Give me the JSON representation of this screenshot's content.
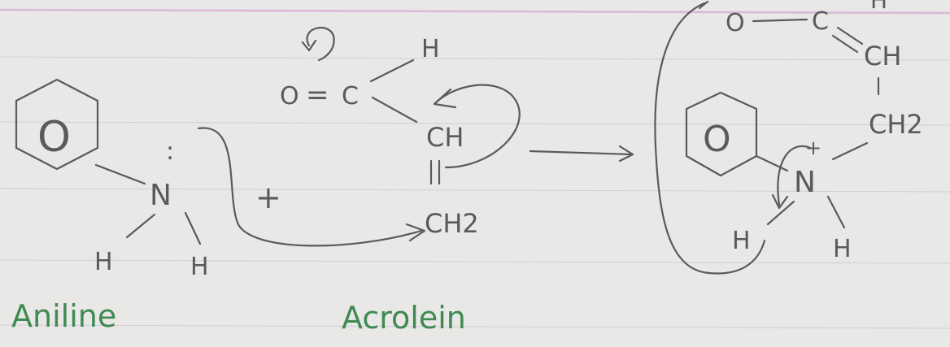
{
  "aniline": {
    "nitrogen": "N",
    "h_left": "H",
    "h_right": "H",
    "lone_pair": ":",
    "ring_center": "O",
    "name": "Aniline",
    "name_color": "#3f8a52"
  },
  "plus_sign": "+",
  "acrolein": {
    "oxygen": "O",
    "double_bond": "=",
    "carbon": "C",
    "h_top": "H",
    "ch": "CH",
    "ch2": "CH2",
    "name": "Acrolein",
    "name_color": "#3f8a52"
  },
  "product": {
    "oxygen_anion": "O",
    "carbon": "C",
    "ch": "CH",
    "ch2": "CH2",
    "nitrogen": "N",
    "plus_charge": "+",
    "h_left": "H",
    "h_bottom": "H",
    "ring_center": "O",
    "h_top_partial": "H"
  },
  "colors": {
    "ink": "#5a5a5e",
    "paper": "#e9e8e6",
    "ruled_line": "#cfcdd6",
    "margin_line": "#d9b9d6"
  }
}
